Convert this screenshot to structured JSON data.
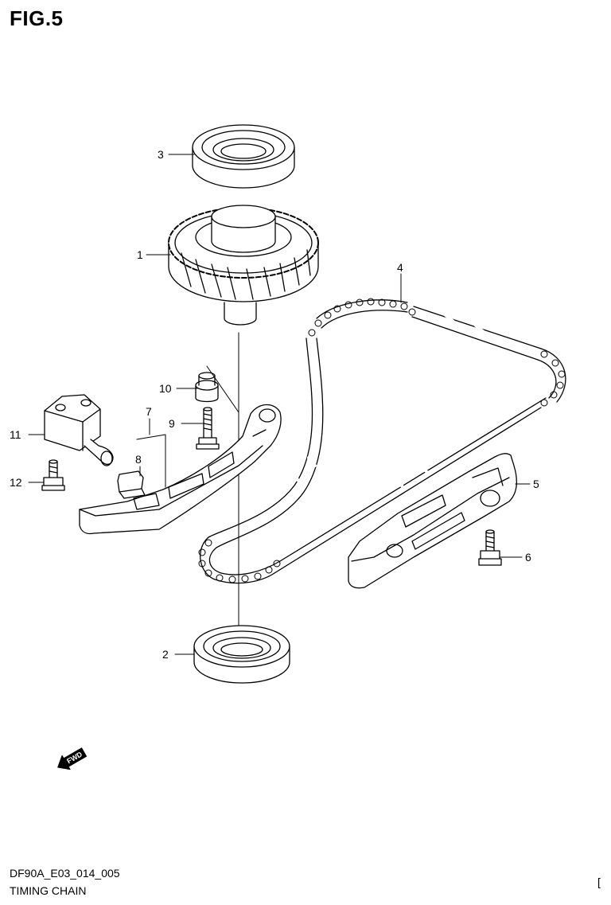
{
  "figure": {
    "title": "FIG.5"
  },
  "callouts": [
    {
      "id": "1",
      "label": "1"
    },
    {
      "id": "2",
      "label": "2"
    },
    {
      "id": "3",
      "label": "3"
    },
    {
      "id": "4",
      "label": "4"
    },
    {
      "id": "5",
      "label": "5"
    },
    {
      "id": "6",
      "label": "6"
    },
    {
      "id": "7",
      "label": "7"
    },
    {
      "id": "8",
      "label": "8"
    },
    {
      "id": "9",
      "label": "9"
    },
    {
      "id": "10",
      "label": "10"
    },
    {
      "id": "11",
      "label": "11"
    },
    {
      "id": "12",
      "label": "12"
    }
  ],
  "direction_indicator": {
    "text": "FWD",
    "icon": "forward-arrow-icon"
  },
  "footer": {
    "diagram_code": "DF90A_E03_014_005",
    "diagram_name": "TIMING CHAIN",
    "page_mark": "["
  }
}
